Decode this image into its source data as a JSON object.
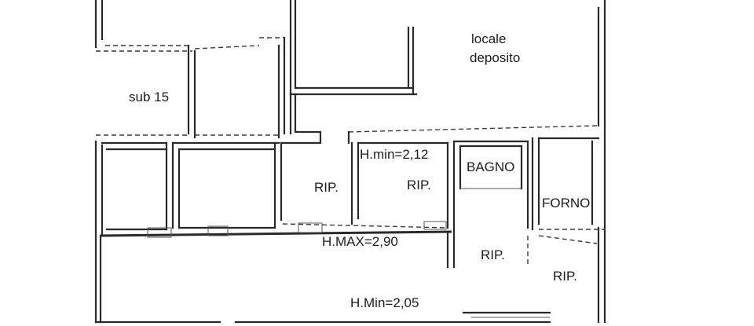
{
  "labels": {
    "locale": "locale",
    "deposito": "deposito",
    "sub": "sub 15",
    "hmin1": "H.min=2,12",
    "bagno": "BAGNO",
    "rip1": "RIP.",
    "rip2": "RIP.",
    "forno": "FORNO",
    "hmax": "H.MAX=2,90",
    "rip3": "RIP.",
    "rip4": "RIP.",
    "hmin2": "H.Min=2,05"
  }
}
